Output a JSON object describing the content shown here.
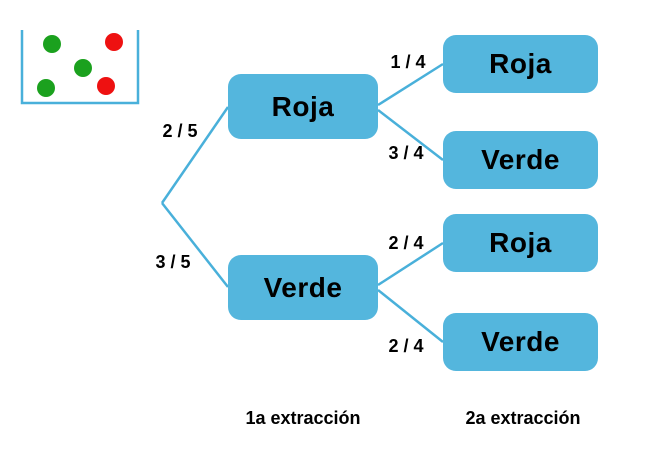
{
  "colors": {
    "box_blue": "#54b6dd",
    "line_blue": "#49b0da",
    "dot_green": "#1ba11e",
    "dot_red": "#ee1111",
    "text": "#000000"
  },
  "urn": {
    "description": "urn with 3 green and 2 red balls",
    "dots": [
      {
        "name": "green-dot",
        "color": "#1ba11e"
      },
      {
        "name": "red-dot",
        "color": "#ee1111"
      },
      {
        "name": "green-dot",
        "color": "#1ba11e"
      },
      {
        "name": "green-dot",
        "color": "#1ba11e"
      },
      {
        "name": "red-dot",
        "color": "#ee1111"
      }
    ]
  },
  "tree": {
    "level1": [
      {
        "label": "Roja",
        "probability": "2 / 5"
      },
      {
        "label": "Verde",
        "probability": "3 / 5"
      }
    ],
    "level2": [
      {
        "parent": "Roja",
        "label": "Roja",
        "probability": "1 / 4"
      },
      {
        "parent": "Roja",
        "label": "Verde",
        "probability": "3 / 4"
      },
      {
        "parent": "Verde",
        "label": "Roja",
        "probability": "2 / 4"
      },
      {
        "parent": "Verde",
        "label": "Verde",
        "probability": "2 / 4"
      }
    ]
  },
  "footer": {
    "first_extraction": "1a extracción",
    "second_extraction": "2a extracción"
  }
}
